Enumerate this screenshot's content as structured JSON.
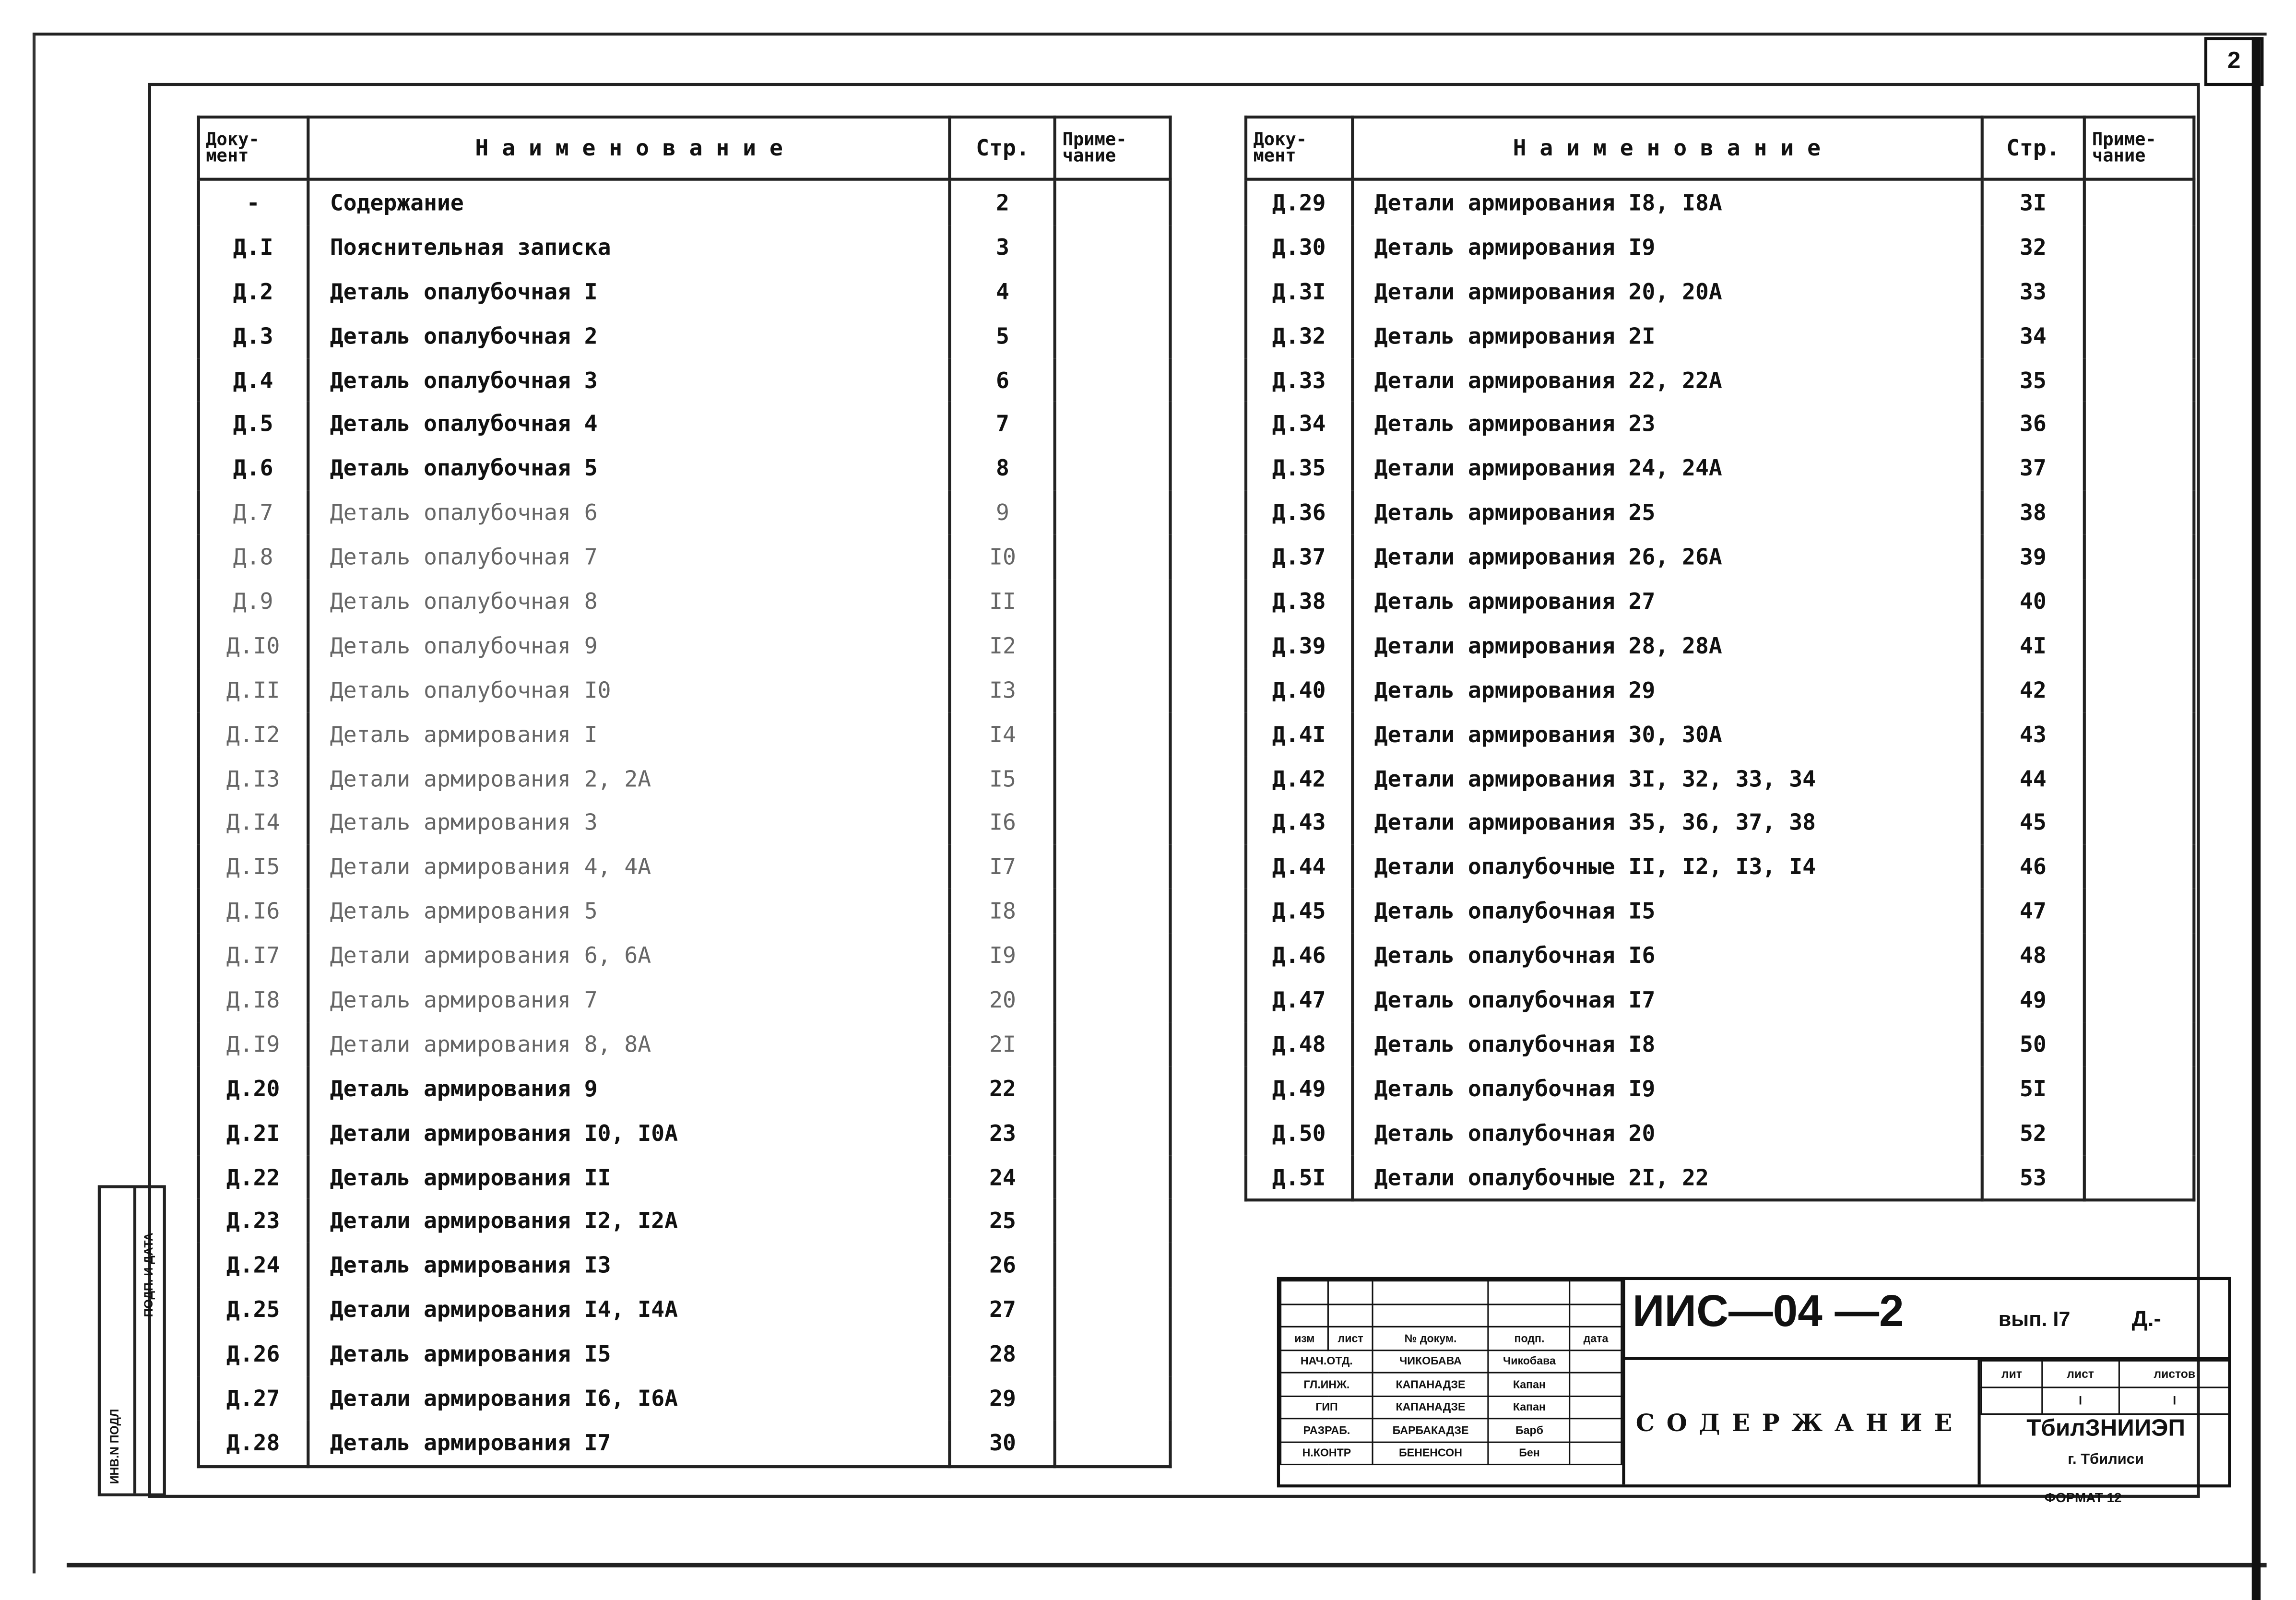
{
  "sheet_number": "2",
  "left_table": {
    "headers": {
      "doc": "Доку-\nмент",
      "name": "Н а и м е н о в а н и е",
      "page": "Стр.",
      "note": "Приме-\nчание"
    },
    "rows": [
      {
        "doc": "-",
        "name": "Содержание",
        "page": "2"
      },
      {
        "doc": "Д.I",
        "name": "Пояснительная записка",
        "page": "3"
      },
      {
        "doc": "Д.2",
        "name": "Деталь опалубочная I",
        "page": "4"
      },
      {
        "doc": "Д.3",
        "name": "Деталь опалубочная 2",
        "page": "5"
      },
      {
        "doc": "Д.4",
        "name": "Деталь опалубочная 3",
        "page": "6"
      },
      {
        "doc": "Д.5",
        "name": "Деталь опалубочная 4",
        "page": "7"
      },
      {
        "doc": "Д.6",
        "name": "Деталь опалубочная 5",
        "page": "8"
      },
      {
        "doc": "Д.7",
        "name": "Деталь опалубочная 6",
        "page": "9"
      },
      {
        "doc": "Д.8",
        "name": "Деталь опалубочная 7",
        "page": "I0"
      },
      {
        "doc": "Д.9",
        "name": "Деталь опалубочная 8",
        "page": "II"
      },
      {
        "doc": "Д.I0",
        "name": "Деталь опалубочная 9",
        "page": "I2"
      },
      {
        "doc": "Д.II",
        "name": "Деталь опалубочная I0",
        "page": "I3"
      },
      {
        "doc": "Д.I2",
        "name": "Деталь армирования I",
        "page": "I4"
      },
      {
        "doc": "Д.I3",
        "name": "Детали армирования 2, 2А",
        "page": "I5"
      },
      {
        "doc": "Д.I4",
        "name": "Деталь армирования 3",
        "page": "I6"
      },
      {
        "doc": "Д.I5",
        "name": "Детали армирования 4, 4А",
        "page": "I7"
      },
      {
        "doc": "Д.I6",
        "name": "Деталь армирования 5",
        "page": "I8"
      },
      {
        "doc": "Д.I7",
        "name": "Детали армирования 6, 6А",
        "page": "I9"
      },
      {
        "doc": "Д.I8",
        "name": "Деталь армирования 7",
        "page": "20"
      },
      {
        "doc": "Д.I9",
        "name": "Детали армирования 8, 8А",
        "page": "2I"
      },
      {
        "doc": "Д.20",
        "name": "Деталь армирования 9",
        "page": "22"
      },
      {
        "doc": "Д.2I",
        "name": "Детали армирования I0, I0А",
        "page": "23"
      },
      {
        "doc": "Д.22",
        "name": "Деталь армирования II",
        "page": "24"
      },
      {
        "doc": "Д.23",
        "name": "Детали армирования I2, I2А",
        "page": "25"
      },
      {
        "doc": "Д.24",
        "name": "Деталь армирования I3",
        "page": "26"
      },
      {
        "doc": "Д.25",
        "name": "Детали армирования I4, I4А",
        "page": "27"
      },
      {
        "doc": "Д.26",
        "name": "Деталь армирования I5",
        "page": "28"
      },
      {
        "doc": "Д.27",
        "name": "Детали армирования I6, I6А",
        "page": "29"
      },
      {
        "doc": "Д.28",
        "name": "Деталь армирования I7",
        "page": "30"
      }
    ]
  },
  "right_table": {
    "headers": {
      "doc": "Доку-\nмент",
      "name": "Н а и м е н о в а н и е",
      "page": "Стр.",
      "note": "Приме-\nчание"
    },
    "rows": [
      {
        "doc": "Д.29",
        "name": "Детали армирования I8, I8А",
        "page": "3I"
      },
      {
        "doc": "Д.30",
        "name": "Деталь армирования I9",
        "page": "32"
      },
      {
        "doc": "Д.3I",
        "name": "Детали армирования 20, 20А",
        "page": "33"
      },
      {
        "doc": "Д.32",
        "name": "Деталь армирования 2I",
        "page": "34"
      },
      {
        "doc": "Д.33",
        "name": "Детали армирования 22, 22А",
        "page": "35"
      },
      {
        "doc": "Д.34",
        "name": "Деталь армирования 23",
        "page": "36"
      },
      {
        "doc": "Д.35",
        "name": "Детали армирования 24, 24А",
        "page": "37"
      },
      {
        "doc": "Д.36",
        "name": "Деталь армирования 25",
        "page": "38"
      },
      {
        "doc": "Д.37",
        "name": "Детали армирования 26, 26А",
        "page": "39"
      },
      {
        "doc": "Д.38",
        "name": "Деталь армирования 27",
        "page": "40"
      },
      {
        "doc": "Д.39",
        "name": "Детали армирования 28, 28А",
        "page": "4I"
      },
      {
        "doc": "Д.40",
        "name": "Деталь армирования 29",
        "page": "42"
      },
      {
        "doc": "Д.4I",
        "name": "Детали армирования 30, 30А",
        "page": "43"
      },
      {
        "doc": "Д.42",
        "name": "Детали армирования 3I, 32, 33, 34",
        "page": "44"
      },
      {
        "doc": "Д.43",
        "name": "Детали армирования 35, 36, 37, 38",
        "page": "45"
      },
      {
        "doc": "Д.44",
        "name": "Детали опалубочные II, I2, I3, I4",
        "page": "46"
      },
      {
        "doc": "Д.45",
        "name": "Деталь опалубочная I5",
        "page": "47"
      },
      {
        "doc": "Д.46",
        "name": "Деталь опалубочная I6",
        "page": "48"
      },
      {
        "doc": "Д.47",
        "name": "Деталь опалубочная I7",
        "page": "49"
      },
      {
        "doc": "Д.48",
        "name": "Деталь опалубочная I8",
        "page": "50"
      },
      {
        "doc": "Д.49",
        "name": "Деталь опалубочная I9",
        "page": "5I"
      },
      {
        "doc": "Д.50",
        "name": "Деталь опалубочная 20",
        "page": "52"
      },
      {
        "doc": "Д.5I",
        "name": "Детали опалубочные 2I, 22",
        "page": "53"
      }
    ]
  },
  "title_block": {
    "code": "ИИС—04 —2",
    "issue": "вып. I7",
    "doc_mark": "Д.-",
    "title": "СОДЕРЖАНИЕ",
    "col_headers": [
      "изм",
      "лист",
      "№ докум.",
      "подп.",
      "дата"
    ],
    "staff": [
      {
        "role": "НАЧ.ОТД.",
        "name": "ЧИКОБАВА",
        "sign": "Чикобава"
      },
      {
        "role": "ГЛ.ИНЖ.",
        "name": "КАПАНАДЗЕ",
        "sign": "Капан"
      },
      {
        "role": "ГИП",
        "name": "КАПАНАДЗЕ",
        "sign": "Капан"
      },
      {
        "role": "РАЗРАБ.",
        "name": "БАРБАКАДЗЕ",
        "sign": "Барб"
      },
      {
        "role": "Н.КОНТР",
        "name": "БЕНЕНСОН",
        "sign": "Бен"
      }
    ],
    "lit_headers": [
      "лит",
      "лист",
      "листов"
    ],
    "sheet": "I",
    "sheets": "I",
    "organization": "ТбилЗНИИЭП",
    "city": "г. Тбилиси"
  },
  "format_label": "ФОРМАТ 12",
  "side_strip": {
    "inv": "ИНВ.N ПОДЛ",
    "sign_date": "ПОДП. И ДАТА"
  }
}
